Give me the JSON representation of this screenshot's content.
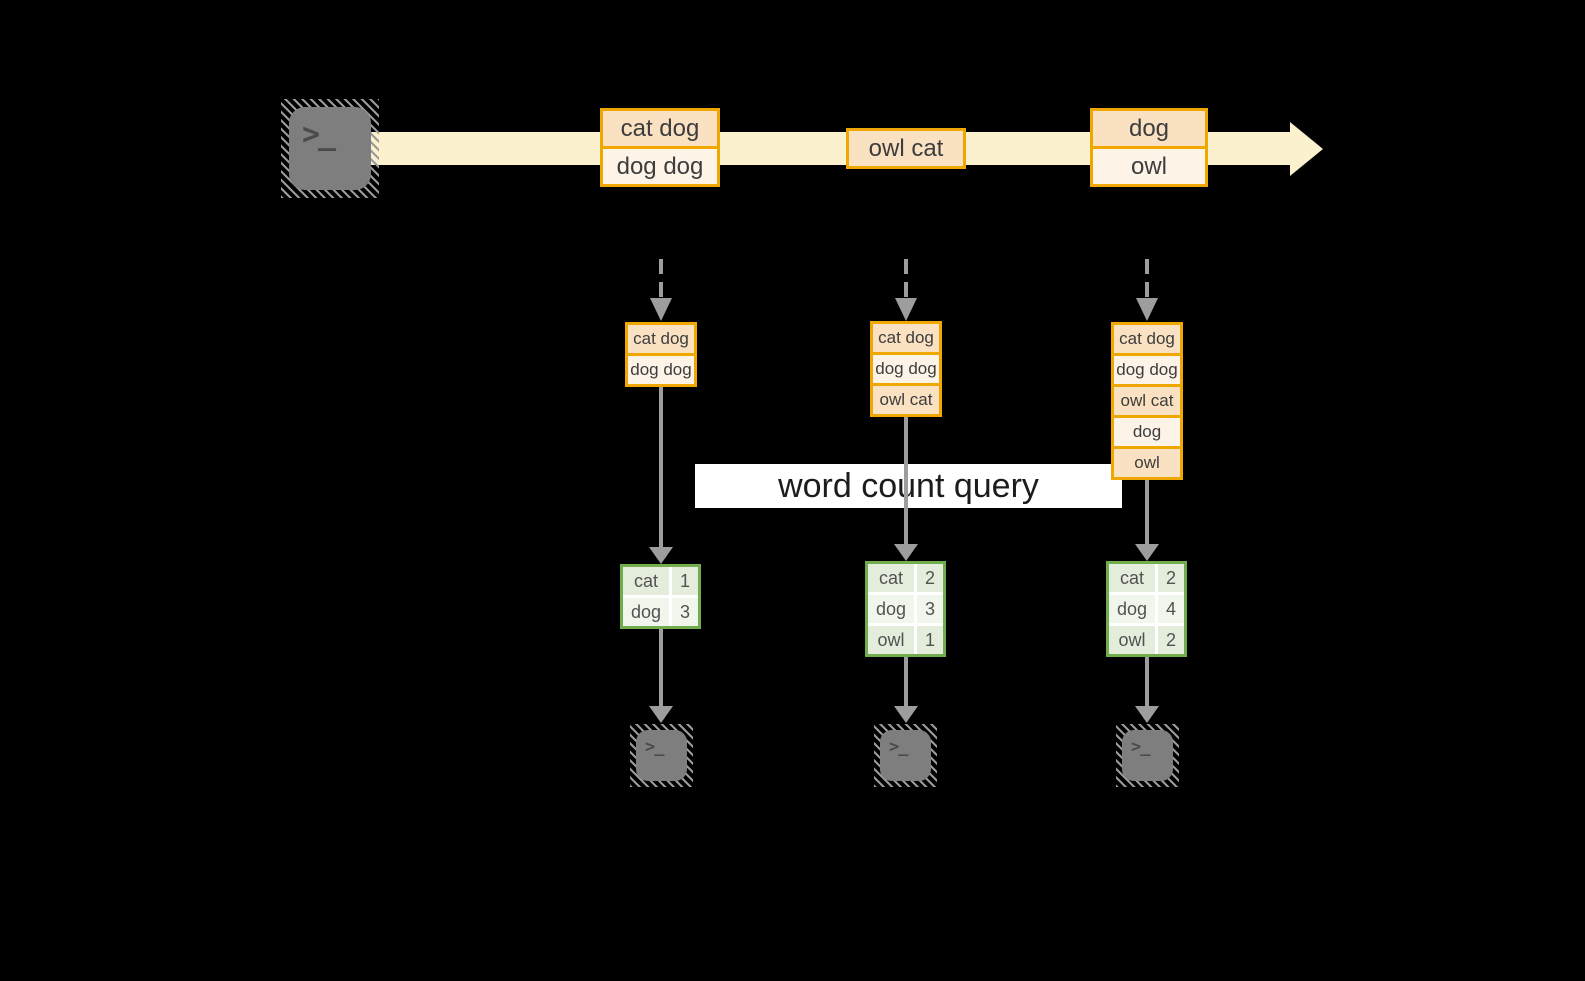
{
  "query_label": "word count query",
  "source": {
    "icon": "terminal-icon",
    "glyph": ">_"
  },
  "stream": {
    "events": [
      {
        "rows": [
          "cat dog",
          "dog dog"
        ]
      },
      {
        "rows": [
          "owl cat"
        ]
      },
      {
        "rows": [
          "dog",
          "owl"
        ]
      }
    ]
  },
  "columns": [
    {
      "buffer": [
        "cat dog",
        "dog dog"
      ],
      "counts": [
        {
          "word": "cat",
          "value": "1"
        },
        {
          "word": "dog",
          "value": "3"
        }
      ],
      "sink_glyph": ">_"
    },
    {
      "buffer": [
        "cat dog",
        "dog dog",
        "owl cat"
      ],
      "counts": [
        {
          "word": "cat",
          "value": "2"
        },
        {
          "word": "dog",
          "value": "3"
        },
        {
          "word": "owl",
          "value": "1"
        }
      ],
      "sink_glyph": ">_"
    },
    {
      "buffer": [
        "cat dog",
        "dog dog",
        "owl cat",
        "dog",
        "owl"
      ],
      "counts": [
        {
          "word": "cat",
          "value": "2"
        },
        {
          "word": "dog",
          "value": "4"
        },
        {
          "word": "owl",
          "value": "2"
        }
      ],
      "sink_glyph": ">_"
    }
  ],
  "colors": {
    "background": "#000000",
    "stream_band": "#fbf1cf",
    "event_border": "#f0a800",
    "event_fill_dark": "#fae1c1",
    "event_fill_light": "#fdf3e7",
    "table_border": "#72ad4d",
    "table_cell_dark": "#e4ecdb",
    "table_cell_light": "#f1f6ed",
    "arrow_grey": "#9d9d9d",
    "terminal_grey": "#7e7e7e",
    "label_background": "#ffffff"
  }
}
